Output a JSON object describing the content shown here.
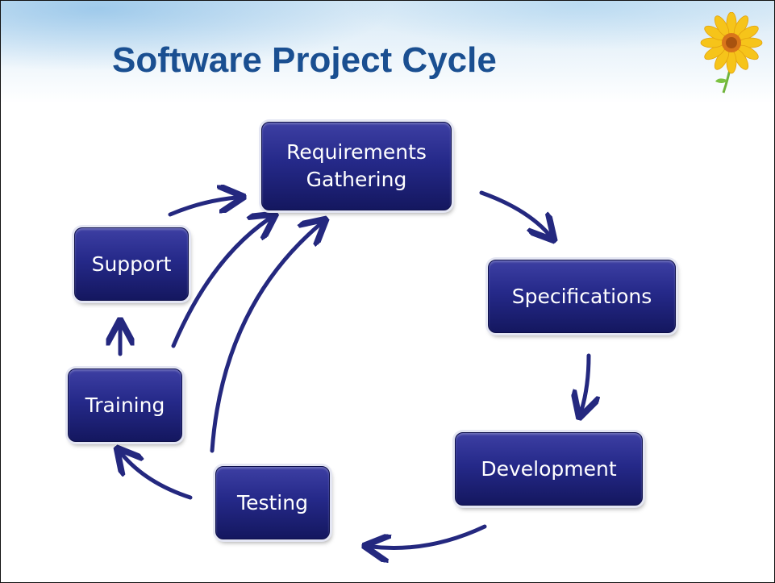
{
  "title": "Software Project Cycle",
  "colors": {
    "title": "#1a4f91",
    "box": "#252989",
    "arrow": "#24287f",
    "flower_petal": "#f6c41a",
    "flower_center": "#d9751a"
  },
  "icons": [
    "sunflower-icon"
  ],
  "stages": {
    "requirements": {
      "line1": "Requirements",
      "line2": "Gathering"
    },
    "specifications": "Specifications",
    "development": "Development",
    "testing": "Testing",
    "training": "Training",
    "support": "Support"
  }
}
